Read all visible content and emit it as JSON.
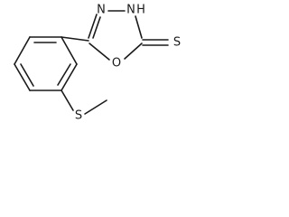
{
  "molecule": {
    "atoms": {
      "n4": "N",
      "n3": "N",
      "n3_h": "H",
      "o1": "O",
      "s_thione": "S",
      "s_thioether": "S"
    }
  }
}
